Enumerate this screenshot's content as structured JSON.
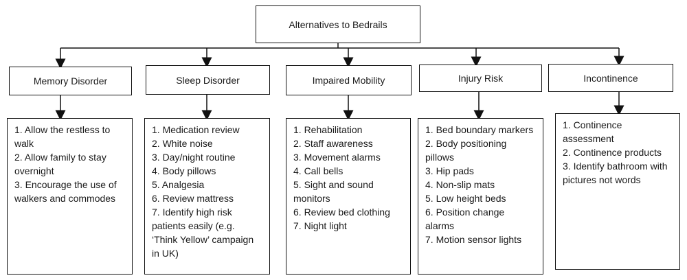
{
  "root": {
    "title": "Alternatives to Bedrails"
  },
  "categories": [
    {
      "title": "Memory Disorder",
      "items": [
        "1. Allow the restless to walk",
        "2. Allow family to stay overnight",
        "3. Encourage the use of walkers and commodes"
      ]
    },
    {
      "title": "Sleep Disorder",
      "items": [
        "1. Medication review",
        "2. White noise",
        "3. Day/night routine",
        "4. Body pillows",
        "5. Analgesia",
        "6. Review mattress",
        "7. Identify high risk patients easily (e.g. ‘Think Yellow’ campaign in UK)"
      ]
    },
    {
      "title": "Impaired Mobility",
      "items": [
        "1. Rehabilitation",
        "2. Staff awareness",
        "3. Movement alarms",
        "4. Call bells",
        "5. Sight and sound monitors",
        "6. Review bed clothing",
        "7. Night light"
      ]
    },
    {
      "title": "Injury Risk",
      "items": [
        "1. Bed boundary markers",
        "2. Body positioning pillows",
        "3. Hip pads",
        "4. Non-slip mats",
        "5. Low height beds",
        "6. Position change alarms",
        "7. Motion sensor lights"
      ]
    },
    {
      "title": "Incontinence",
      "items": [
        "1. Continence assessment",
        "2. Continence products",
        "3. Identify bathroom with pictures not words"
      ]
    }
  ]
}
